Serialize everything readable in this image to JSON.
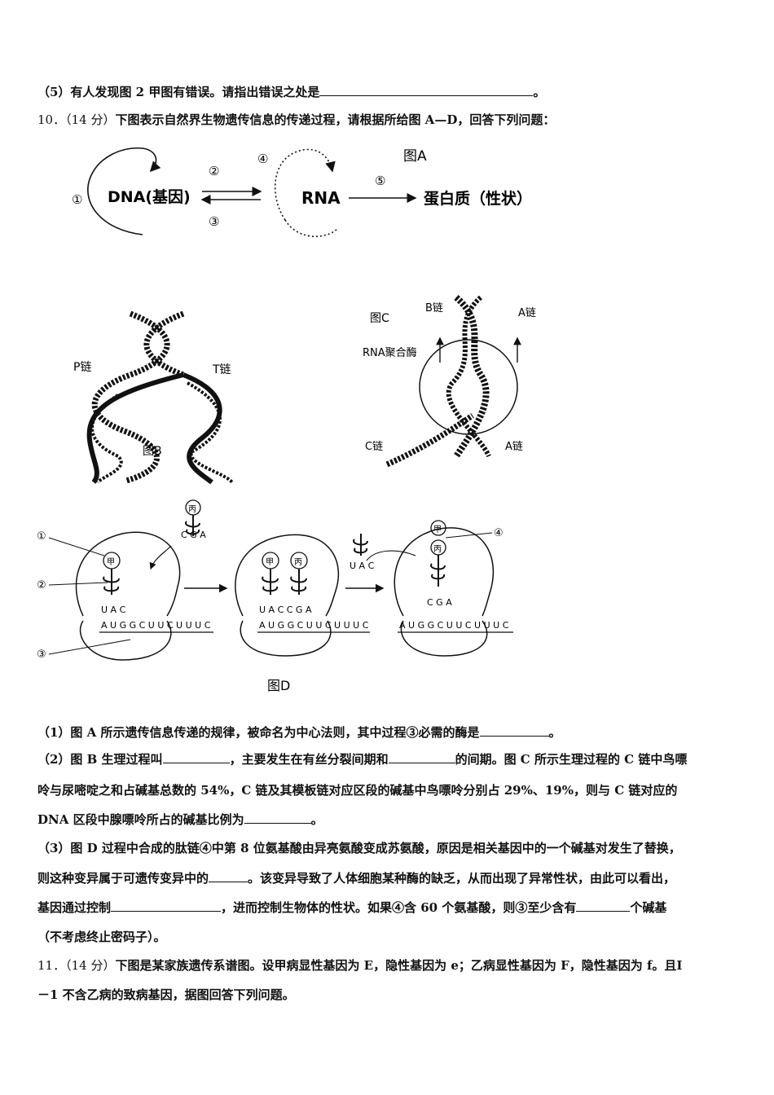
{
  "q9_5": {
    "text": "（5）有人发现图 2 甲图有错误。请指出错误之处是",
    "end": "。"
  },
  "q10": {
    "number": "10．",
    "score": "（14 分）",
    "stem": "下图表示自然界生物遗传信息的传递过程，请根据所给图 A—D，回答下列问题：",
    "figA": {
      "title": "图A",
      "dna": "DNA(基因)",
      "rna": "RNA",
      "protein": "蛋白质（性状）",
      "n1": "①",
      "n2": "②",
      "n3": "③",
      "n4": "④",
      "n5": "⑤"
    },
    "figB": {
      "title": "图B",
      "p_chain": "P链",
      "t_chain": "T链"
    },
    "figC": {
      "title": "图C",
      "b_chain": "B链",
      "a_chain_top": "A链",
      "rna_polymerase": "RNA聚合酶",
      "c_chain": "C链",
      "a_chain_bottom": "A链"
    },
    "figD": {
      "title": "图D",
      "label1": "①",
      "label2": "②",
      "label3": "③",
      "label4": "④",
      "jia": "甲",
      "bing": "丙",
      "cga": "C G A",
      "uac": "U A C",
      "uaccga": "U A C C G A",
      "mrna": "A U G G C U U C U U U C"
    },
    "p1_a": "（1）图 A 所示遗传信息传递的规律，被命名为中心法则，其中过程③必需的酶是",
    "p1_b": "。",
    "p2_l1_a": "（2）图 B 生理过程叫",
    "p2_l1_b": "，主要发生在有丝分裂间期和",
    "p2_l1_c": "的间期。图 C 所示生理过程的 C 链中鸟嘌",
    "p2_l2": "呤与尿嘧啶之和占碱基总数的 54%，C 链及其模板链对应区段的碱基中鸟嘌呤分别占 29%、19%，则与 C 链对应的",
    "p2_l3_a": "DNA 区段中腺嘌呤所占的碱基比例为",
    "p2_l3_b": "。",
    "p3_l1": "（3）图 D 过程中合成的肽链④中第 8 位氨基酸由异亮氨酸变成苏氨酸，原因是相关基因中的一个碱基对发生了替换，",
    "p3_l2_a": "则这种变异属于可遗传变异中的",
    "p3_l2_b": "。该变异导致了人体细胞某种酶的缺乏，从而出现了异常性状，由此可以看出，",
    "p3_l3_a": "基因通过控制",
    "p3_l3_b": "，进而控制生物体的性状。如果④含 60 个氨基酸，则③至少含有",
    "p3_l3_c": "个碱基",
    "p3_l4": "（不考虑终止密码子）。"
  },
  "q11": {
    "number": "11．",
    "score": "（14 分）",
    "l1": "下图是某家族遗传系谱图。设甲病显性基因为 E，隐性基因为 e；乙病显性基因为 F，隐性基因为 f。且Ⅰ",
    "l2": "－1 不含乙病的致病基因，据图回答下列问题。"
  }
}
